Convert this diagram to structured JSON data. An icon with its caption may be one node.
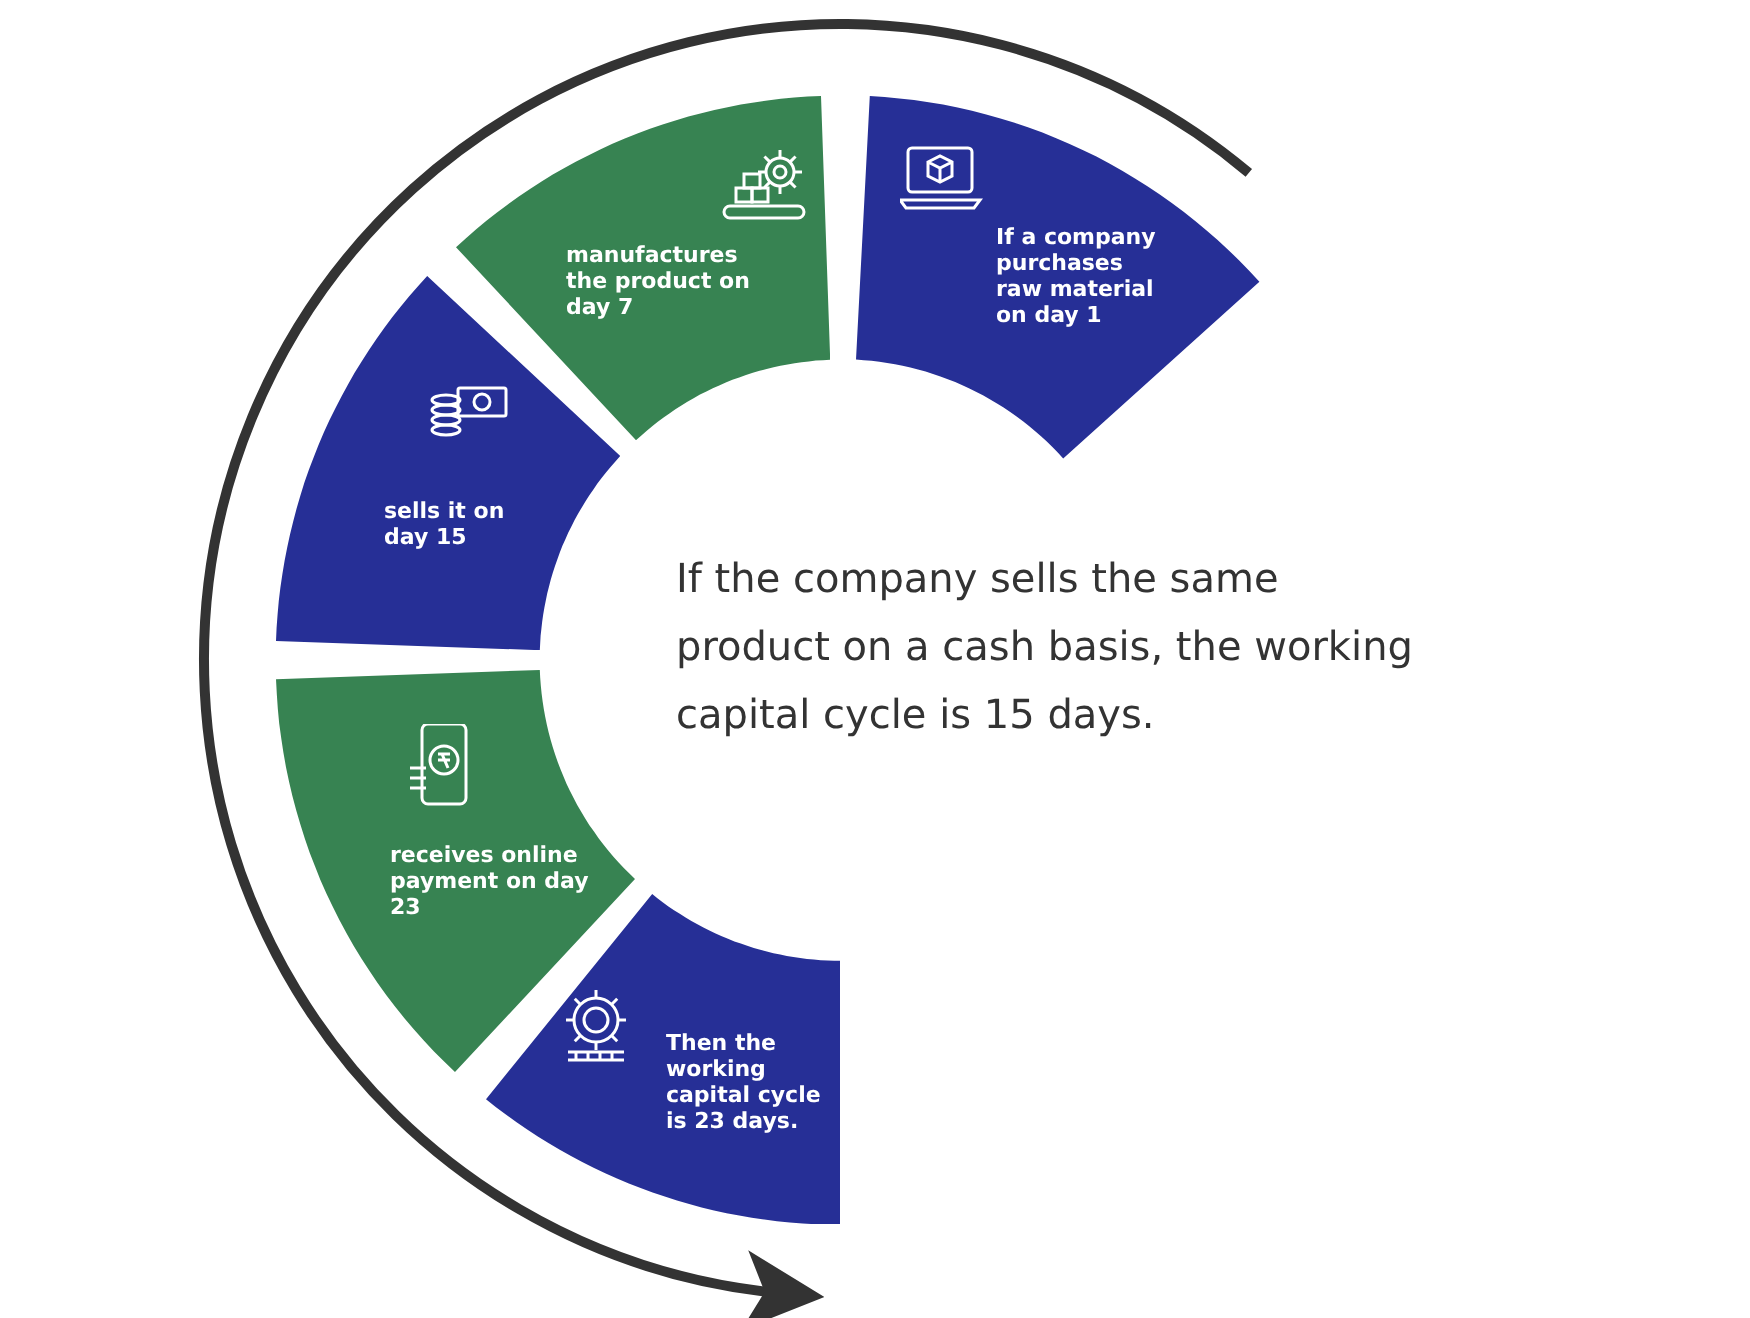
{
  "diagram": {
    "nodes": [
      {
        "text": [
          "If a company purchases raw material on day 1"
        ]
      },
      {
        "text": [
          "manufactures the product on day 7"
        ]
      },
      {
        "text": [
          "sells it on day 15"
        ]
      },
      {
        "text": [
          "receives online payment on day 23"
        ]
      },
      {
        "text": [
          "Then the working capital cycle is 23 days."
        ]
      }
    ],
    "labels": [
      "If the company sells the same product on a cash basis, the working capital cycle is 15 days."
    ]
  }
}
